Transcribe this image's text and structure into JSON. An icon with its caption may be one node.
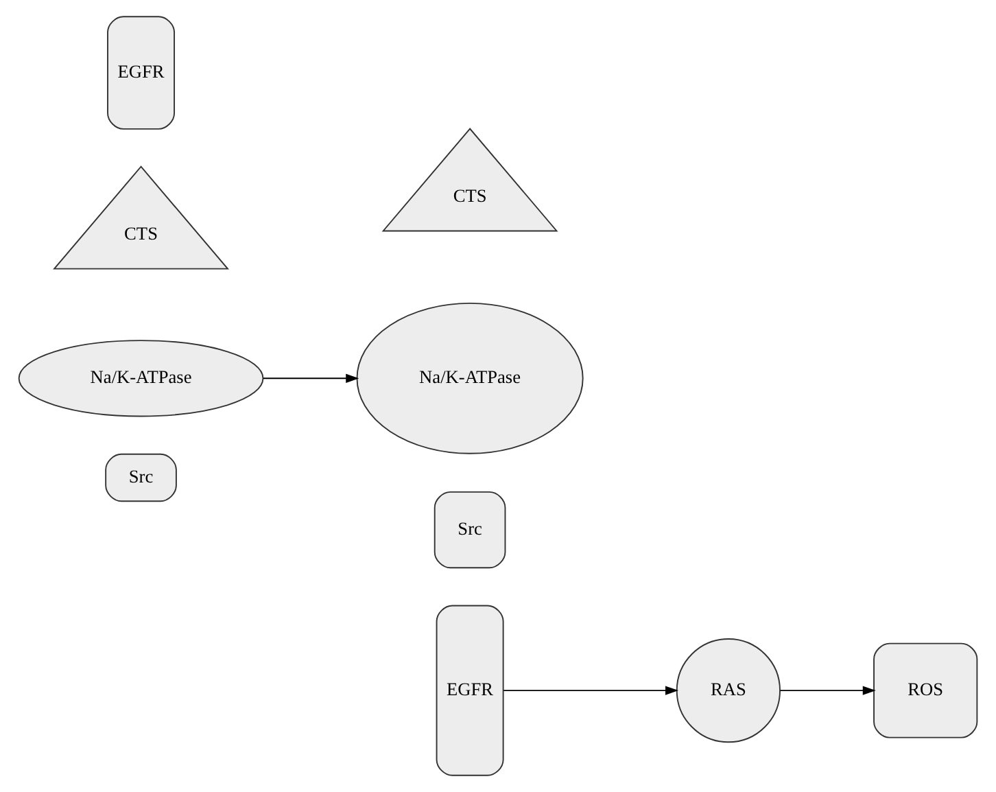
{
  "diagram": {
    "nodes": [
      {
        "text": [
          "EGFR"
        ]
      },
      {
        "text": [
          "CTS"
        ]
      },
      {
        "text": [
          "Na/K-ATPase"
        ]
      },
      {
        "text": [
          "Src"
        ]
      },
      {
        "text": [
          "CTS"
        ]
      },
      {
        "text": [
          "Na/K-ATPase"
        ]
      },
      {
        "text": [
          "Src"
        ]
      },
      {
        "text": [
          "EGFR"
        ]
      },
      {
        "text": [
          "RAS"
        ]
      },
      {
        "text": [
          "ROS"
        ]
      }
    ],
    "edges": [
      {
        "from": 2,
        "to": 5,
        "arrow": "to"
      },
      {
        "from": 7,
        "to": 8,
        "arrow": "to"
      },
      {
        "from": 8,
        "to": 9,
        "arrow": "to"
      }
    ]
  }
}
